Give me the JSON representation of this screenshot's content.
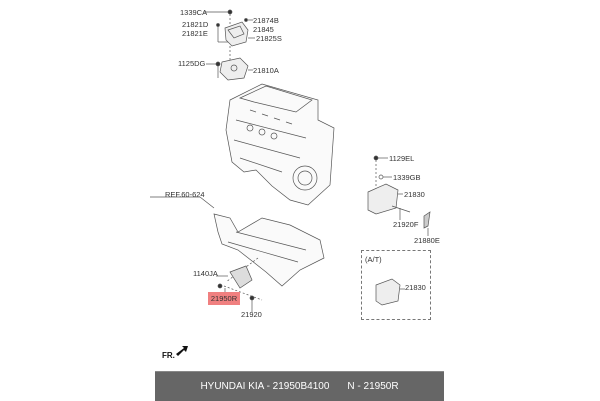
{
  "diagram": {
    "labels": {
      "l1339CA": "1339CA",
      "l21821D": "21821D",
      "l21821E": "21821E",
      "l21874B": "21874B",
      "l21845": "21845",
      "l21825S": "21825S",
      "l1125DG": "1125DG",
      "l21810A": "21810A",
      "l1129EL": "1129EL",
      "l1339GB": "1339GB",
      "l21830a": "21830",
      "l21920F": "21920F",
      "l21880E": "21880E",
      "ref": "REF.60-624",
      "l1140JA": "1140JA",
      "l21950R": "21950R",
      "l21920": "21920",
      "at": "(A/T)",
      "l21830b": "21830",
      "fr": "FR."
    },
    "highlight_color": "#f08080"
  },
  "footer": {
    "brand": "HYUNDAI  KIA - 21950B4100",
    "code": "N - 21950R",
    "bg_color": "#666666"
  }
}
